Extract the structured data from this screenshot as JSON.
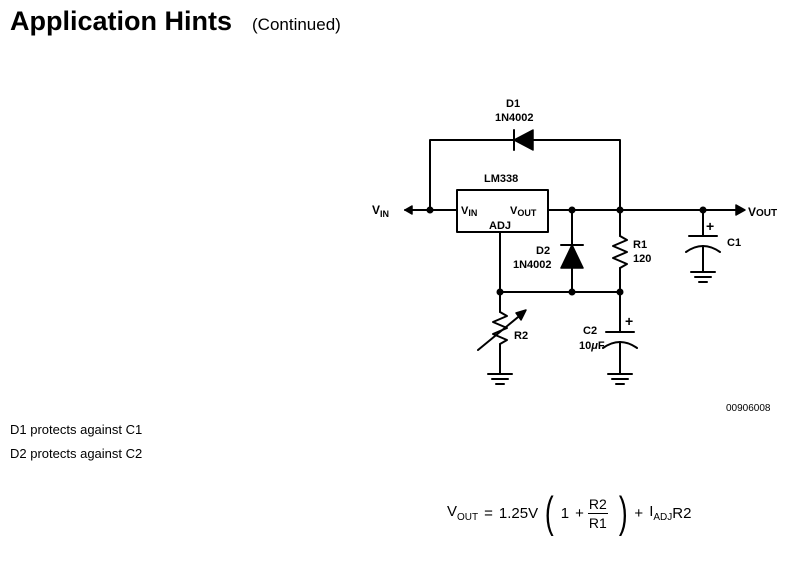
{
  "page": {
    "title": "Application Hints",
    "title_suffix": "(Continued)"
  },
  "schematic": {
    "d1": {
      "name": "D1",
      "part": "1N4002"
    },
    "ic": "LM338",
    "pin_vin": "V",
    "pin_vin_sub": "IN",
    "pin_vout": "V",
    "pin_vout_sub": "OUT",
    "pin_adj": "ADJ",
    "vin": "V",
    "vin_sub": "IN",
    "vout": "V",
    "vout_sub": "OUT",
    "d2": {
      "name": "D2",
      "part": "1N4002"
    },
    "r1": {
      "name": "R1",
      "value": "120"
    },
    "r2": {
      "name": "R2"
    },
    "c1": {
      "name": "C1"
    },
    "c2": {
      "name": "C2",
      "value": "10",
      "unit": "F"
    },
    "plus": "+",
    "mu": "μ"
  },
  "figure_id": "00906008",
  "notes": [
    "D1 protects against C1",
    "D2 protects against C2"
  ],
  "formula": {
    "v": "V",
    "v_sub": "OUT",
    "eq": "=",
    "coef": "1.25V",
    "one": "1",
    "plus": "+",
    "num": "R2",
    "den": "R1",
    "i": "I",
    "i_sub": "ADJ",
    "r": "R2"
  }
}
